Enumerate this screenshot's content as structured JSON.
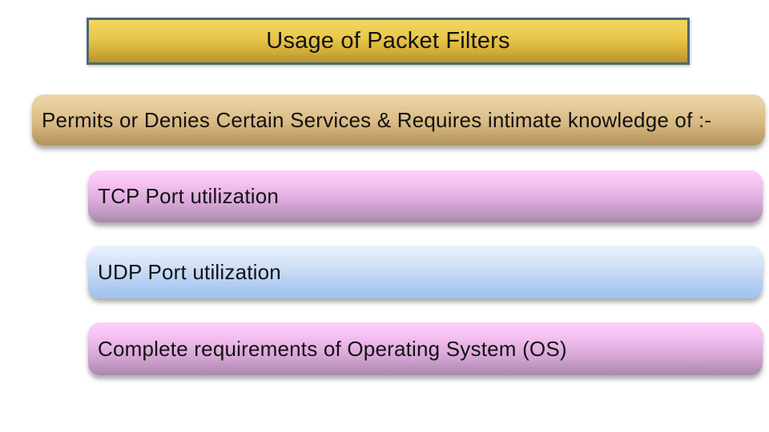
{
  "slide": {
    "title": "Usage of Packet Filters",
    "statement": "Permits or Denies Certain Services & Requires intimate knowledge of :-",
    "items": [
      {
        "label": "TCP Port utilization"
      },
      {
        "label": "UDP Port utilization"
      },
      {
        "label": "Complete requirements of Operating System (OS)"
      }
    ],
    "colors": {
      "background": "#ffffff",
      "title_border": "#4c6a72",
      "title_gold_top": "#f2d75f",
      "title_gold_bottom": "#b69330",
      "statement_tan_top": "#e6cd9c",
      "statement_tan_bottom": "#b2925a",
      "item_pink_top": "#fdd2f8",
      "item_pink_bottom": "#aa88ac",
      "item_blue_top": "#eaf1fb",
      "item_blue_bottom": "#9fc2ee",
      "text": "#121212"
    }
  }
}
